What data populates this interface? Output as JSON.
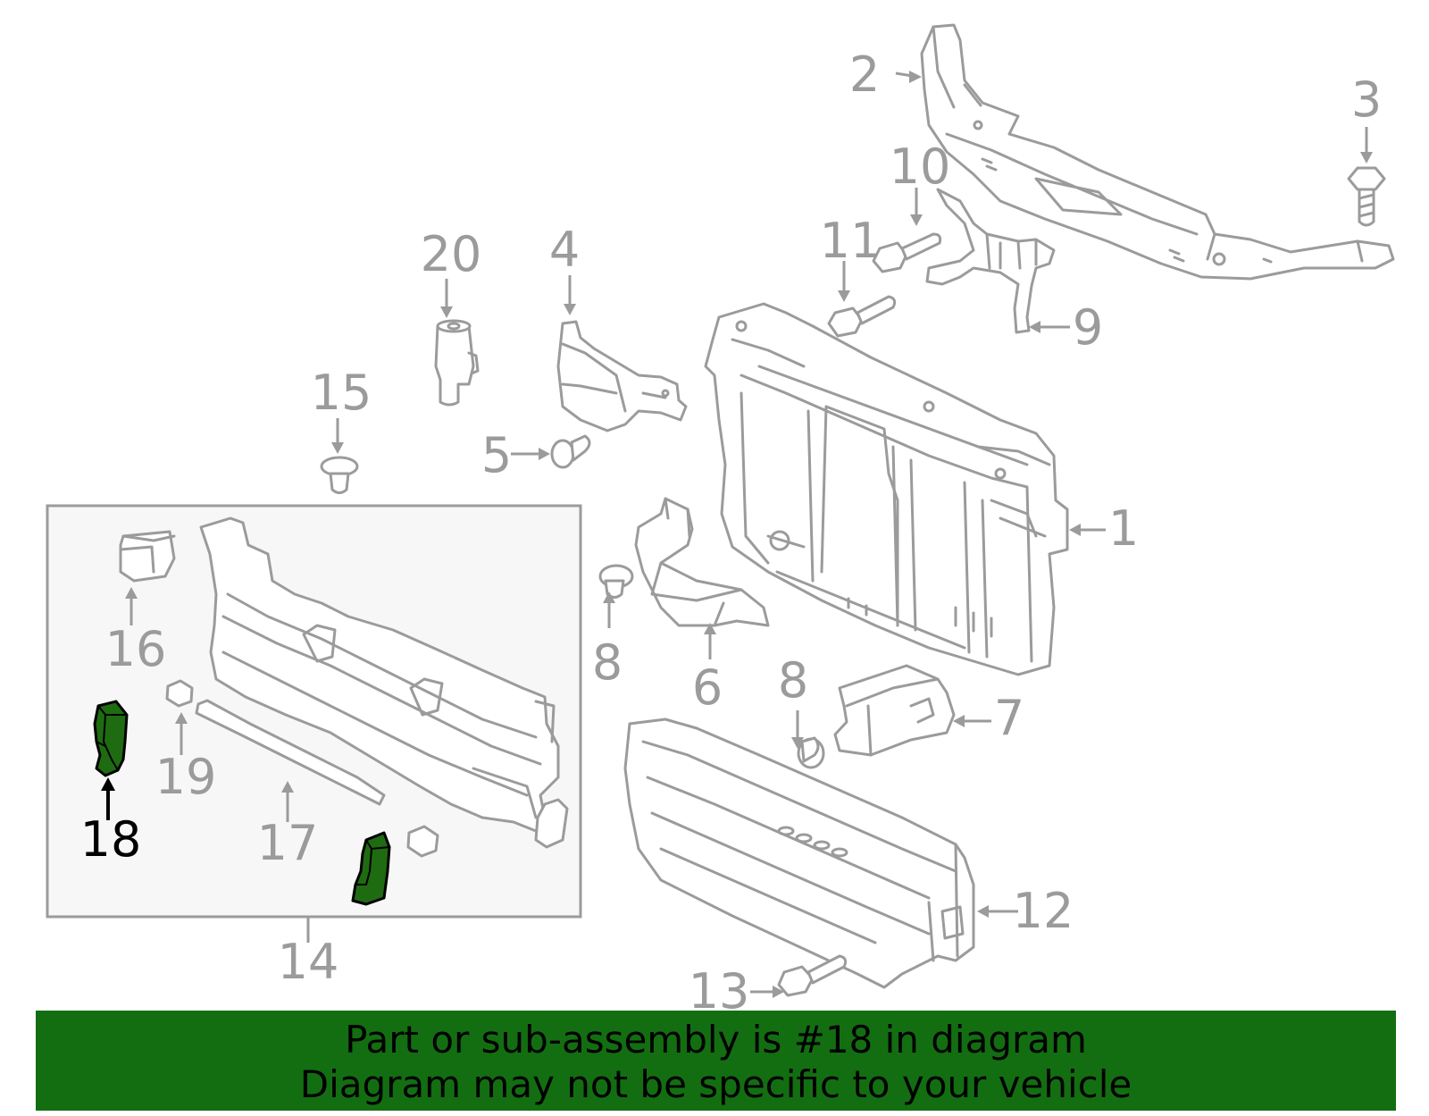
{
  "callouts": {
    "c1": "1",
    "c2": "2",
    "c3": "3",
    "c4": "4",
    "c5": "5",
    "c6": "6",
    "c7": "7",
    "c8a": "8",
    "c8b": "8",
    "c9": "9",
    "c10": "10",
    "c11": "11",
    "c12": "12",
    "c13": "13",
    "c14": "14",
    "c15": "15",
    "c16": "16",
    "c17": "17",
    "c18": "18",
    "c19": "19",
    "c20": "20"
  },
  "highlight": {
    "part_number": "18",
    "color": "#1f6b12"
  },
  "banner": {
    "line1": "Part or sub-assembly is #18 in diagram",
    "line2": "Diagram may not be specific to your vehicle",
    "background": "#136e12"
  },
  "colors": {
    "line": "#9b9b9b",
    "inset_background": "#f7f7f7"
  }
}
